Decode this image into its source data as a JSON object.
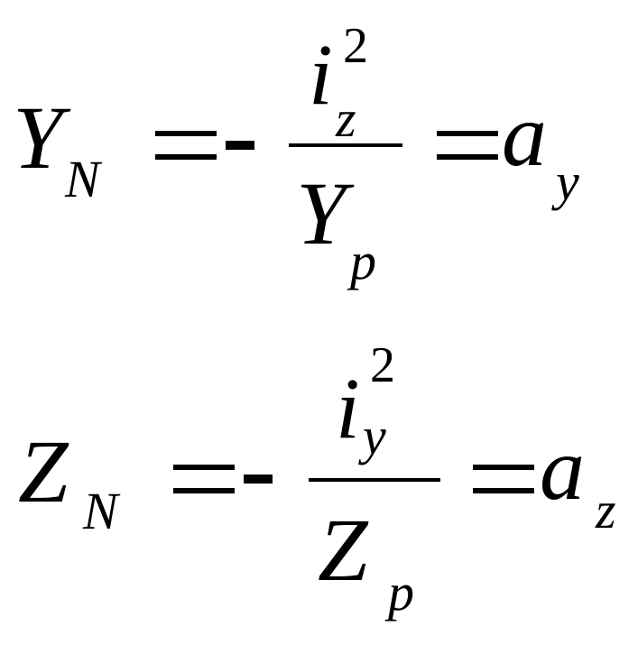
{
  "equations": [
    {
      "lhs_symbol": "Y",
      "lhs_subscript": "N",
      "numerator_symbol": "i",
      "numerator_subscript": "z",
      "numerator_exponent": "2",
      "denominator_symbol": "Y",
      "denominator_subscript": "p",
      "rhs_symbol": "a",
      "rhs_subscript": "y"
    },
    {
      "lhs_symbol": "Z",
      "lhs_subscript": "N",
      "numerator_symbol": "i",
      "numerator_subscript": "y",
      "numerator_exponent": "2",
      "denominator_symbol": "Z",
      "denominator_subscript": "p",
      "rhs_symbol": "a",
      "rhs_subscript": "z"
    }
  ]
}
